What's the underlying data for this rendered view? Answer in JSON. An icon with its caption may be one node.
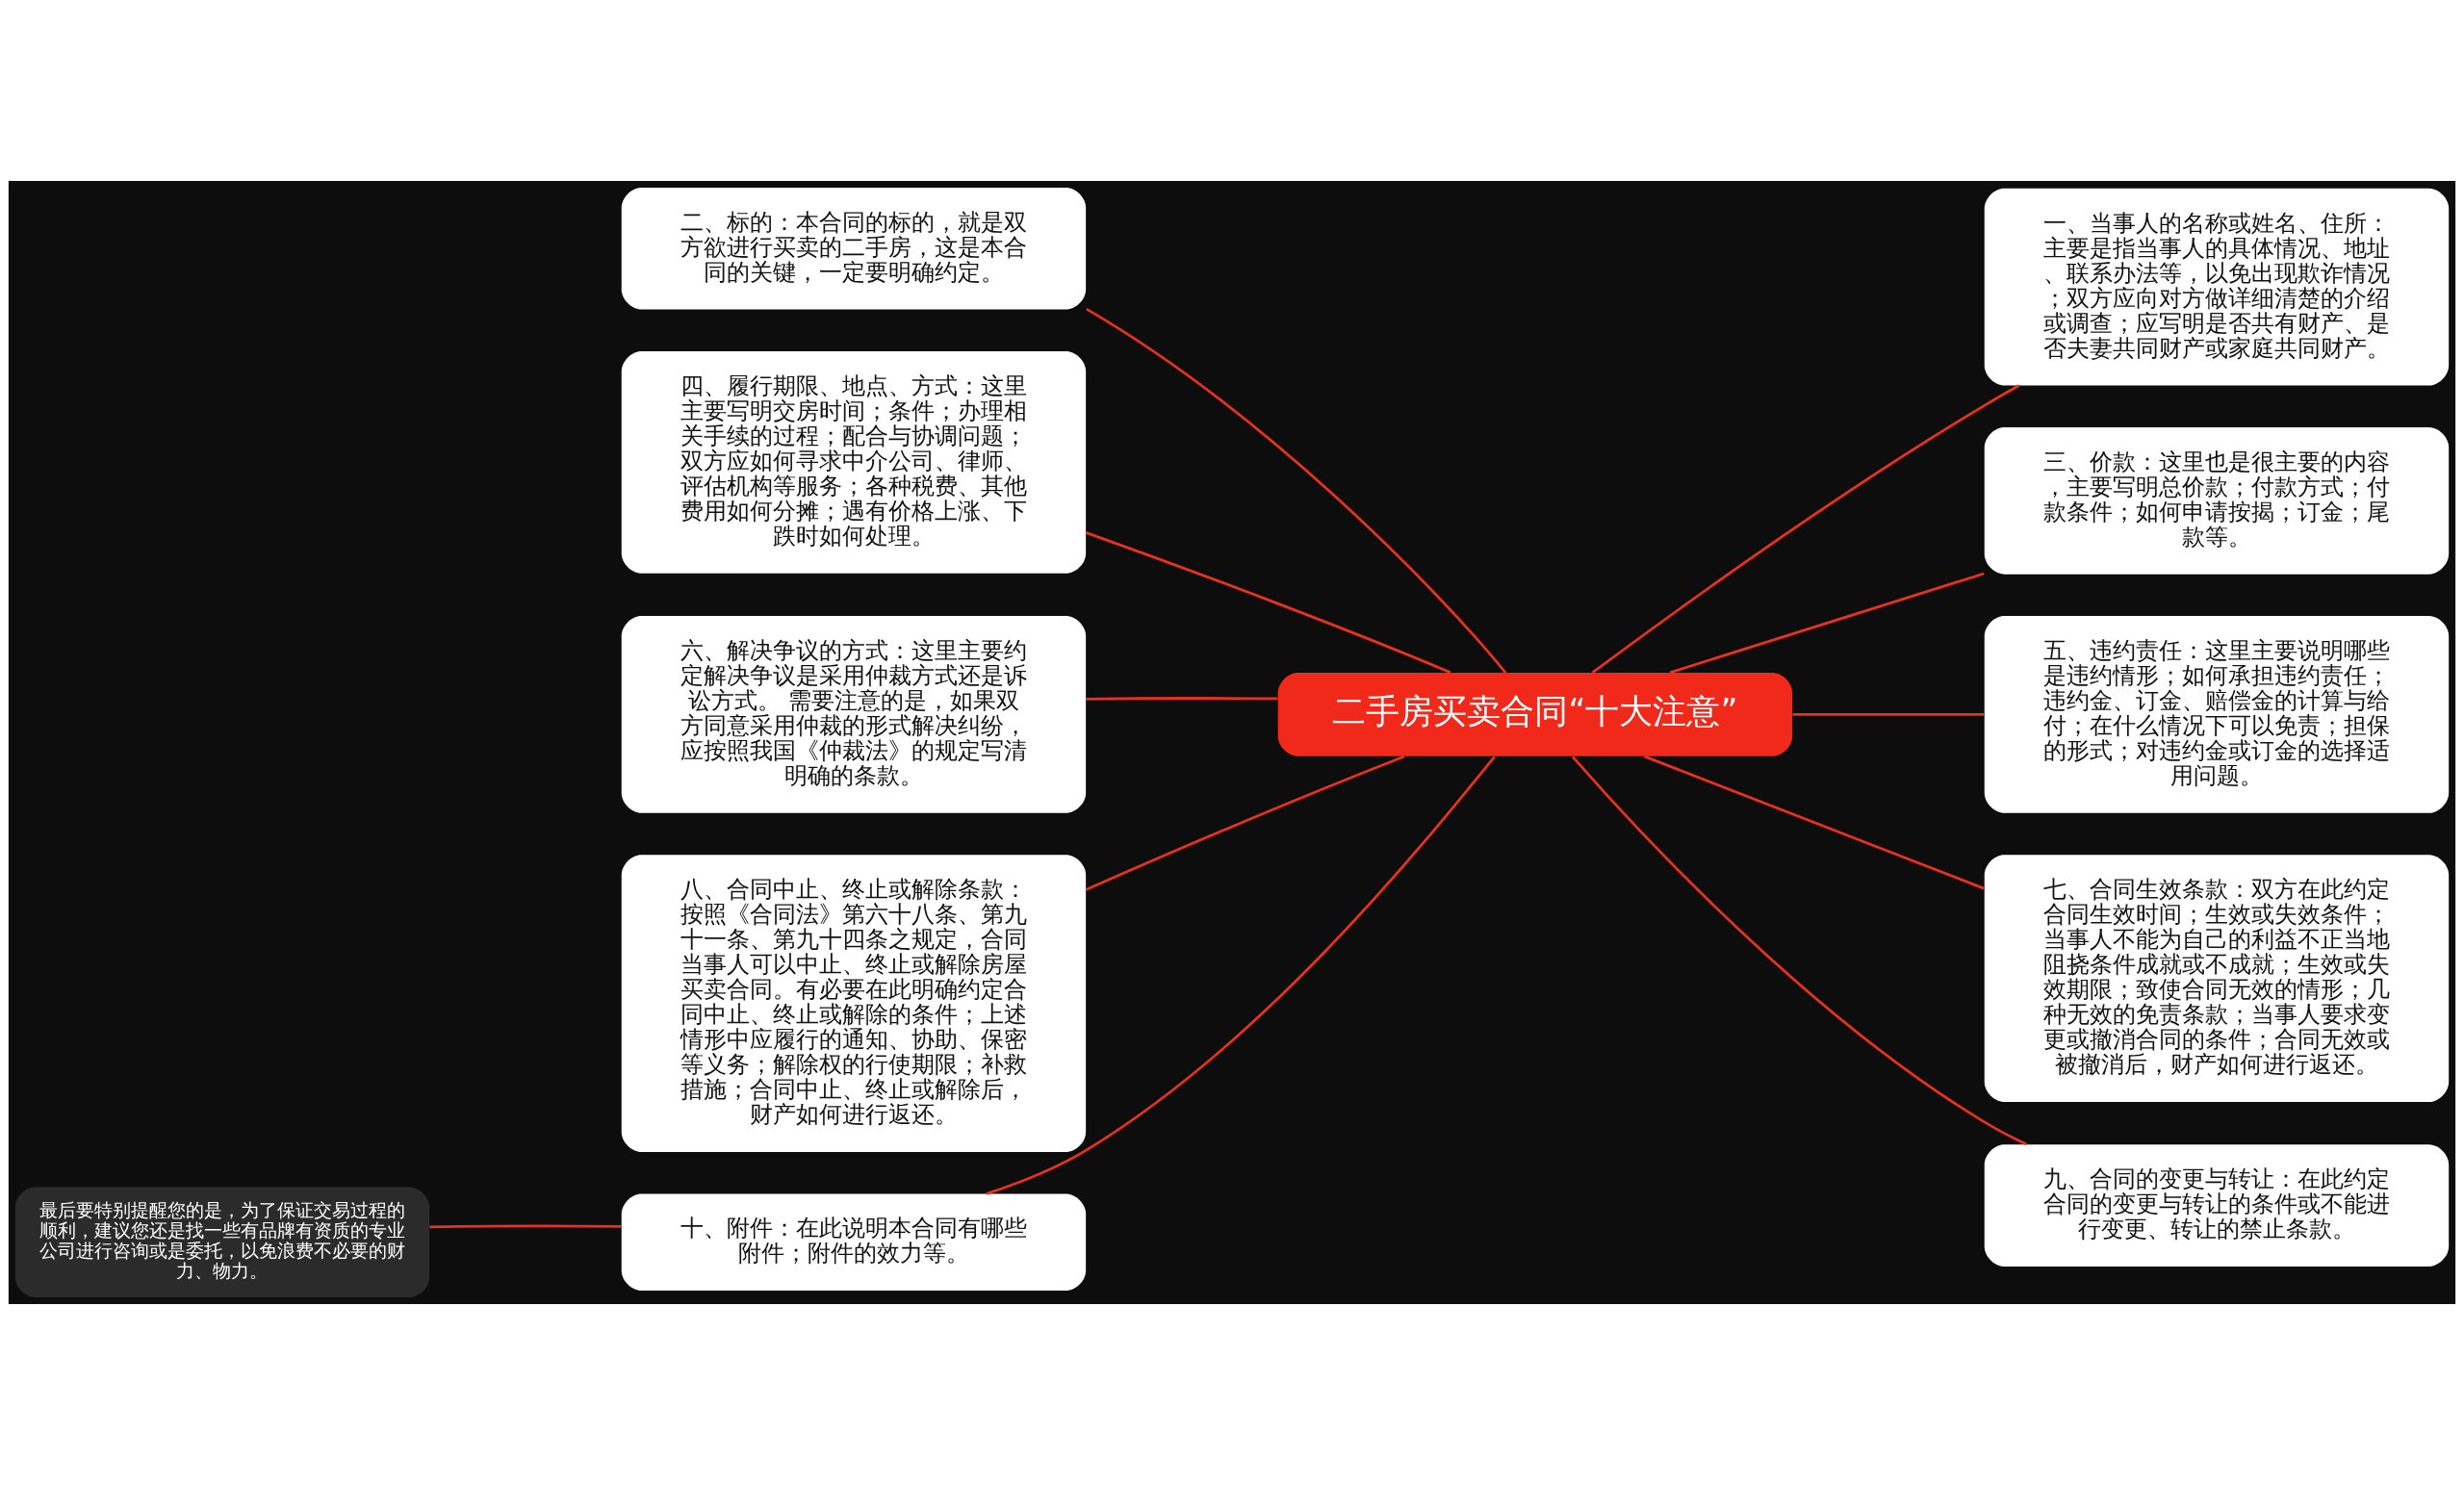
{
  "diagram": {
    "nodes": [
      {
        "text": [
          "二手房买卖合同“十大注意”"
        ]
      },
      {
        "text": [
          "一、当事人的名称或姓名、住所：主要是指当事人的具体情况、地址、联系办法等，以免出现欺诈情况；双方应向对方做详细清楚的介绍或调查；应写明是否共有财产、是否夫妻共同财产或家庭共同财产。"
        ]
      },
      {
        "text": [
          "二、标的：本合同的标的，就是双方欲进行买卖的二手房，这是本合同的关键，一定要明确约定。"
        ]
      },
      {
        "text": [
          "三、价款：这里也是很主要的内容，主要写明总价款；付款方式；付款条件；如何申请按揭；订金；尾款等。"
        ]
      },
      {
        "text": [
          "四、履行期限、地点、方式：这里主要写明交房时间；条件；办理相关手续的过程；配合与协调问题；双方应如何寻求中介公司、律师、评估机构等服务；各种税费、其他费用如何分摊；遇有价格上涨、下跌时如何处理。"
        ]
      },
      {
        "text": [
          "五、违约责任：这里主要说明哪些是违约情形；如何承担违约责任；违约金、订金、赔偿金的计算与给付；在什么情况下可以免责；担保的形式；对违约金或订金的选择适用问题。"
        ]
      },
      {
        "text": [
          "六、解决争议的方式：这里主要约定解决争议是采用仲裁方式还是诉讼方式。 需要注意的是，如果双方同意采用仲裁的形式解决纠纷，应按照我国《仲裁法》的规定写清明确的条款。"
        ]
      },
      {
        "text": [
          "七、合同生效条款：双方在此约定合同生效时间；生效或失效条件；当事人不能为自己的利益不正当地阻挠条件成就或不成就；生效或失效期限；致使合同无效的情形；几种无效的免责条款；当事人要求变更或撤消合同的条件；合同无效或被撤消后，财产如何进行返还。"
        ]
      },
      {
        "text": [
          "八、合同中止、终止或解除条款：按照《合同法》第六十八条、第九十一条、第九十四条之规定，合同当事人可以中止、终止或解除房屋买卖合同。有必要在此明确约定合同中止、终止或解除的条件；上述情形中应履行的通知、协助、保密等义务；解除权的行使期限；补救措施；合同中止、终止或解除后，财产如何进行返还。"
        ]
      },
      {
        "text": [
          "九、合同的变更与转让：在此约定合同的变更与转让的条件或不能进行变更、转让的禁止条款。"
        ]
      },
      {
        "text": [
          "十、附件：在此说明本合同有哪些附件；附件的效力等。"
        ]
      },
      {
        "text": [
          "最后要特别提醒您的是，为了保证交易过程的顺利，建议您还是找一些有品牌有资质的专业公司进行咨询或是委托，以免浪费不必要的财力、物力。"
        ]
      }
    ],
    "edges": [
      {
        "from": 0,
        "to": 1,
        "arrow": "none"
      },
      {
        "from": 0,
        "to": 2,
        "arrow": "none"
      },
      {
        "from": 0,
        "to": 3,
        "arrow": "none"
      },
      {
        "from": 0,
        "to": 4,
        "arrow": "none"
      },
      {
        "from": 0,
        "to": 5,
        "arrow": "none"
      },
      {
        "from": 0,
        "to": 6,
        "arrow": "none"
      },
      {
        "from": 0,
        "to": 7,
        "arrow": "none"
      },
      {
        "from": 0,
        "to": 8,
        "arrow": "none"
      },
      {
        "from": 0,
        "to": 9,
        "arrow": "none"
      },
      {
        "from": 0,
        "to": 10,
        "arrow": "none"
      },
      {
        "from": 10,
        "to": 11,
        "arrow": "none"
      }
    ]
  }
}
